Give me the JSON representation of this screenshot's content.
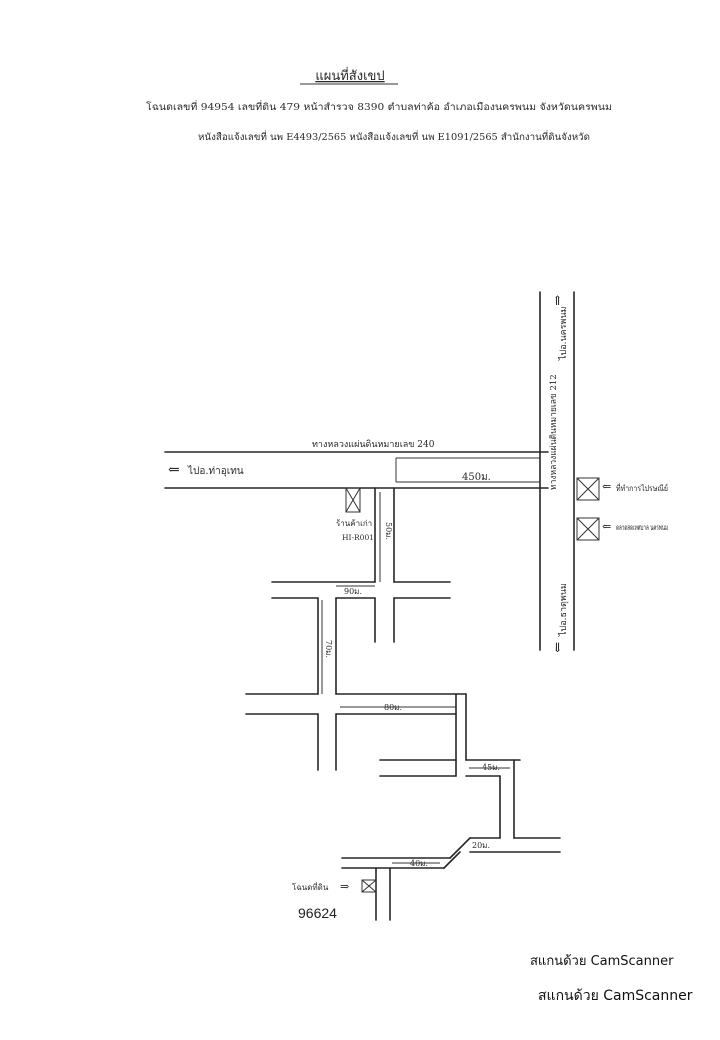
{
  "header": {
    "title": "แผนที่สังเขป",
    "line1": "โฉนดเลขที่ 94954 เลขที่ดิน 479 หน้าสำรวจ 8390 ตำบลท่าค้อ อำเภอเมืองนครพนม จังหวัดนครพนม",
    "line2": "หนังสือแจ้งเลขที่ นพ E4493/2565 หนังสือแจ้งเลขที่ นพ E1091/2565 สำนักงานที่ดินจังหวัด"
  },
  "roads": {
    "main_road_label": "ทางหลวงแผ่นดินหมายเลข 240",
    "to_left": "ไปอ.ท่าอุเทน",
    "vertical_road_label": "ทางหลวงแผ่นดินหมายเลข 212",
    "to_top": "ไปอ.นครพนม",
    "to_bottom": "ไปอ.ธาตุพนม"
  },
  "landmarks": {
    "right_upper": "ที่ทำการไปรษณีย์",
    "right_lower": "ตลาดสดเทศบาล นครพนม",
    "left_box": "ร้านค้าเก่า",
    "left_box_code": "HI-R001",
    "plot_label": "โฉนดที่ดิน"
  },
  "distances": {
    "d450": "450ม.",
    "d50": "50ม.",
    "d90": "90ม.",
    "d70": "70ม.",
    "d80": "80ม.",
    "d45": "45ม.",
    "d20": "20ม.",
    "d40": "40ม."
  },
  "plot_id": "96624",
  "footer": {
    "scanner_1": "สแกนด้วย CamScanner",
    "scanner_2": "สแกนด้วย CamScanner"
  }
}
